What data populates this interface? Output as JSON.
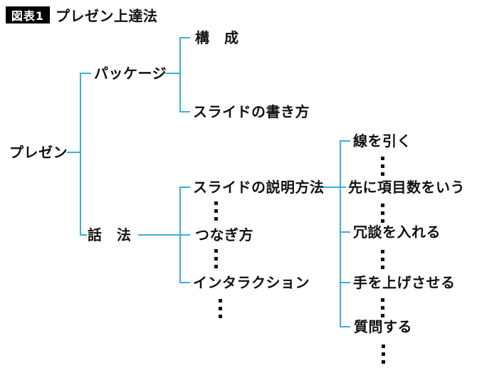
{
  "figure": {
    "badge": "図表1",
    "title": "プレゼン上達法"
  },
  "colors": {
    "line": "#3dadd9",
    "text": "#111111",
    "badge_background": "#000000",
    "badge_text": "#ffffff",
    "background": "#ffffff"
  },
  "tree": {
    "root": {
      "label": "プレゼン"
    },
    "branches": [
      {
        "label": "パッケージ",
        "children": [
          {
            "label": "構　成"
          },
          {
            "label": "スライドの書き方"
          }
        ]
      },
      {
        "label": "話　法",
        "children": [
          {
            "label": "スライドの説明方法",
            "children": [
              {
                "label": "線を引く"
              },
              {
                "label": "先に項目数をいう"
              },
              {
                "label": "冗談を入れる"
              },
              {
                "label": "手を上げさせる"
              },
              {
                "label": "質問する"
              }
            ]
          },
          {
            "label": "つなぎ方"
          },
          {
            "label": "インタラクション"
          }
        ]
      }
    ]
  }
}
